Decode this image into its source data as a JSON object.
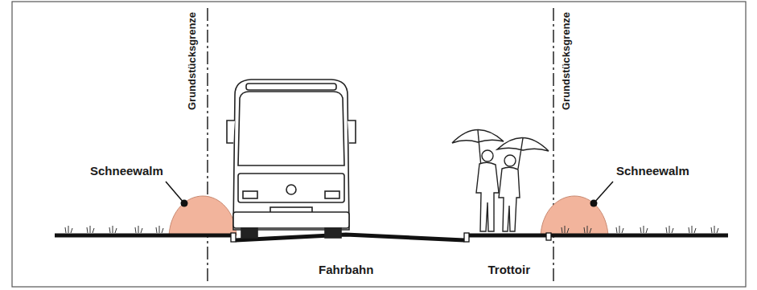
{
  "diagram": {
    "labels": [
      "Schneewalm",
      "Grundstücksgrenze",
      "Fahrbahn",
      "Trottoir",
      "Grundstücksgrenze",
      "Schneewalm"
    ]
  }
}
